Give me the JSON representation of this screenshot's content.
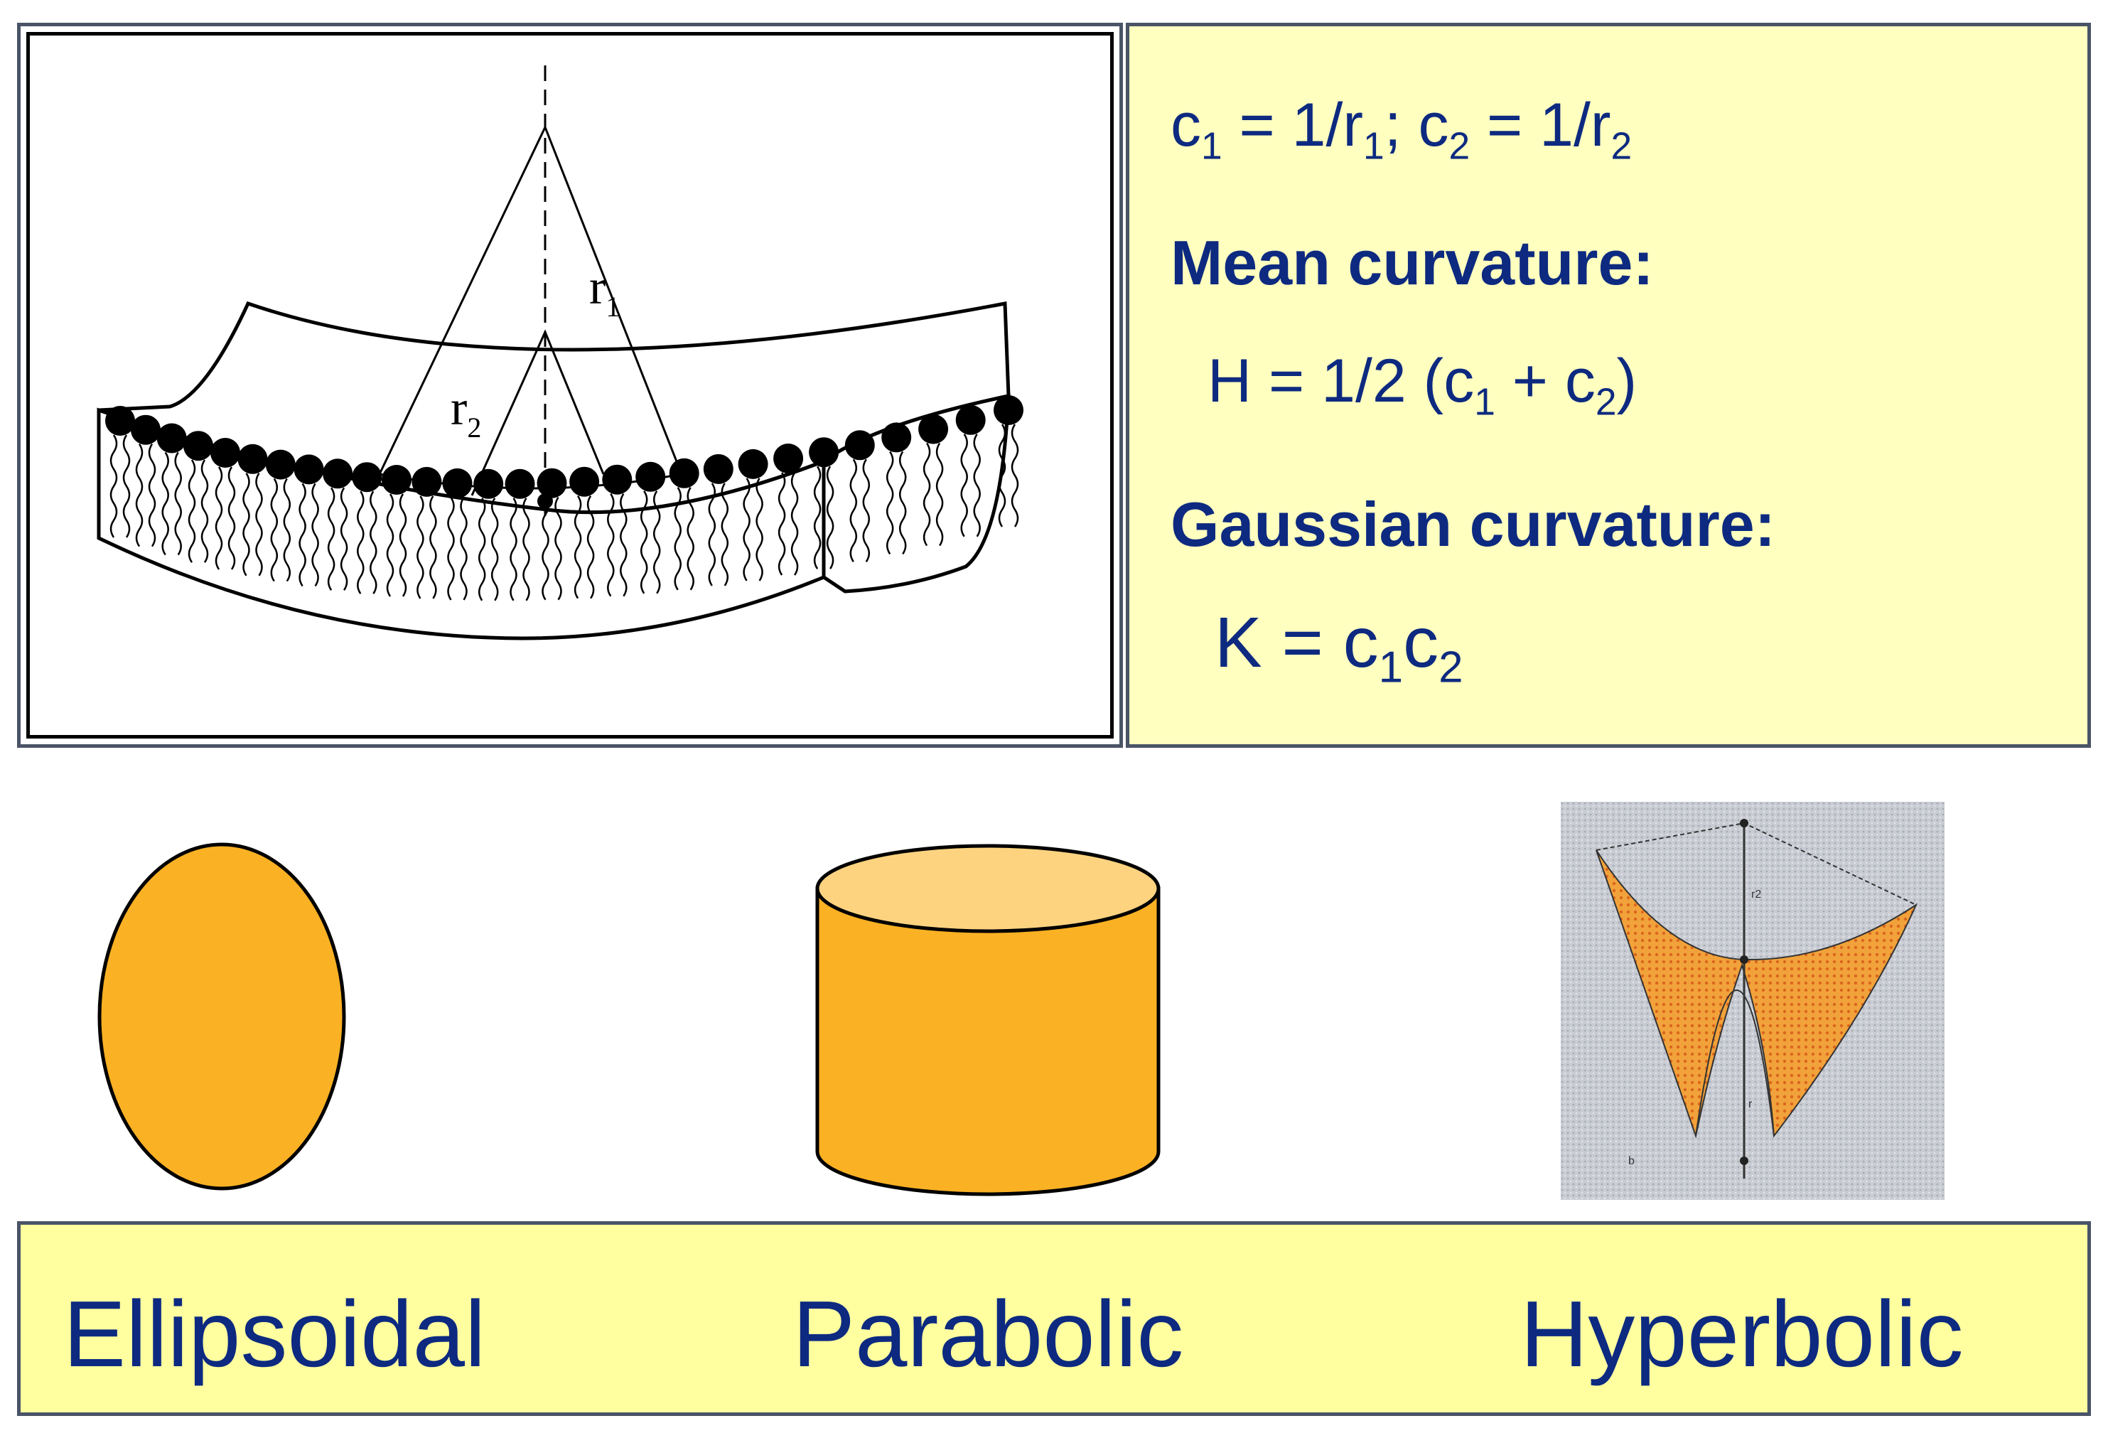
{
  "membrane": {
    "r1_label": "r",
    "r1_sub": "1",
    "r2_label": "r",
    "r2_sub": "2"
  },
  "formulas": {
    "line1": {
      "c1": "c",
      "c1_sub": "1",
      "eq1": " = 1/r",
      "r1_sub": "1",
      "sep": "; c",
      "c2_sub": "2",
      "eq2": " = 1/r",
      "r2_sub": "2"
    },
    "mean_title": "Mean curvature:",
    "mean": {
      "pre": "H = 1/2 (c",
      "s1": "1",
      "mid": " + c",
      "s2": "2",
      "post": ")"
    },
    "gauss_title": "Gaussian curvature:",
    "gauss": {
      "pre": "K = c",
      "s1": "1",
      "mid": "c",
      "s2": "2"
    }
  },
  "shapes": {
    "hyperbolic_inset": {
      "r2": "r2",
      "r": "r",
      "b": "b"
    }
  },
  "labels": {
    "ellipsoidal": "Ellipsoidal",
    "parabolic": "Parabolic",
    "hyperbolic": "Hyperbolic"
  },
  "colors": {
    "text_blue": "#0d2a80",
    "panel_yellow": "#ffffc0",
    "bar_yellow": "#ffffa0",
    "shape_orange": "#fbb124",
    "shape_top": "#fdd380"
  }
}
